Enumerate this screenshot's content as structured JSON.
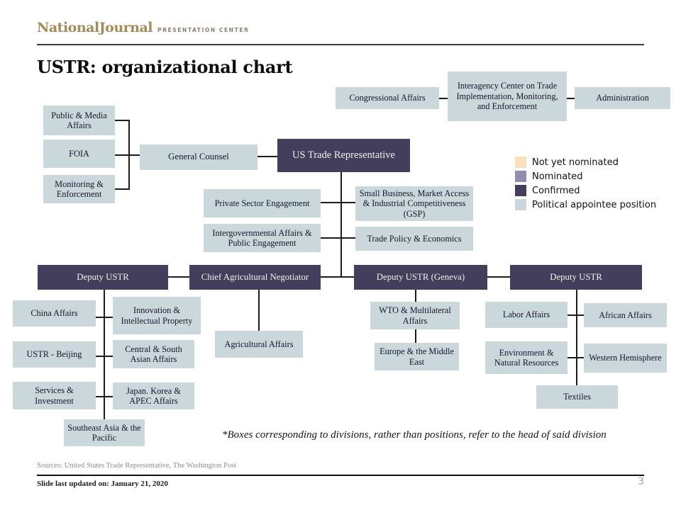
{
  "header": {
    "logo_text": "NationalJournal",
    "logo_subtext": "PRESENTATION CENTER",
    "title": "USTR: organizational chart"
  },
  "boxes": {
    "congressional_affairs": "Congressional Affairs",
    "interagency_center": "Interagency Center on Trade Implementation, Monitoring, and Enforcement",
    "administration": "Administration",
    "public_media_affairs": "Public & Media Affairs",
    "foia": "FOIA",
    "monitoring_enforcement": "Monitoring & Enforcement",
    "general_counsel": "General Counsel",
    "us_trade_representative": "US Trade Representative",
    "private_sector_engagement": "Private Sector Engagement",
    "intergovernmental_affairs": "Intergovernmental Affairs & Public Engagement",
    "small_business": "Small Business, Market Access & Industrial Competitiveness (GSP)",
    "trade_policy_economics": "Trade Policy & Economics",
    "deputy_ustr_1": "Deputy USTR",
    "chief_agricultural_negotiator": "Chief Agricultural Negotiator",
    "deputy_ustr_geneva": "Deputy USTR (Geneva)",
    "deputy_ustr_2": "Deputy USTR",
    "china_affairs": "China Affairs",
    "innovation_ip": "Innovation & Intellectual Property",
    "ustr_beijing": "USTR - Beijing",
    "central_south_asian": "Central & South Asian Affairs",
    "services_investment": "Services & Investment",
    "japan_korea_apec": "Japan. Korea & APEC Affairs",
    "southeast_asia_pacific": "Southeast Asia & the Pacific",
    "agricultural_affairs": "Agricultural Affairs",
    "wto_multilateral": "WTO & Multilateral Affairs",
    "europe_middle_east": "Europe & the Middle East",
    "labor_affairs": "Labor Affairs",
    "african_affairs": "African Affairs",
    "environment_natural_resources": "Environment & Natural Resources",
    "western_hemisphere": "Western Hemisphere",
    "textiles": "Textiles"
  },
  "legend": {
    "items": [
      {
        "label": "Not yet nominated",
        "color": "#fbdfbd"
      },
      {
        "label": "Nominated",
        "color": "#908dae"
      },
      {
        "label": "Confirmed",
        "color": "#423e5c"
      },
      {
        "label": "Political appointee position",
        "color": "#c9d7da"
      }
    ]
  },
  "footnote": "*Boxes corresponding to divisions, rather than positions, refer to the head of said division",
  "footer": {
    "sources": "Sources: United States Trade Representative, The Washington Post",
    "updated": "Slide last updated on: January 21, 2020",
    "page_number": "3"
  },
  "colors": {
    "confirmed_box": "#423e5c",
    "appointee_box": "#cbd8db",
    "brand_gold": "#a28c57"
  }
}
